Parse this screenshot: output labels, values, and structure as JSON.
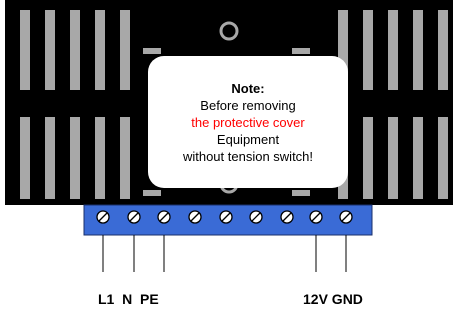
{
  "note": {
    "title": "Note:",
    "line1": "Before removing",
    "line2": "the protective cover",
    "line3": "Equipment",
    "line4": "without tension switch!"
  },
  "terminals": {
    "left_labels": "L1  N  PE",
    "right_labels": "12V GND"
  },
  "colors": {
    "housing": "#000000",
    "fins": "#a8a8a8",
    "terminal_block": "#3a6bd6",
    "warning_text": "#ff0000"
  }
}
